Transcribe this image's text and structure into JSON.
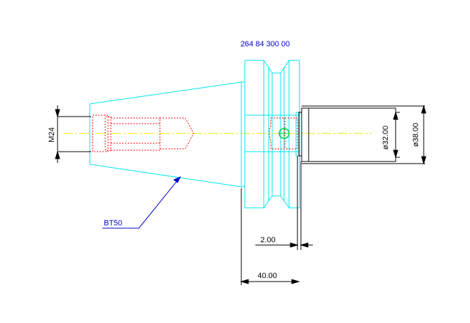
{
  "part_number": "264 84 300 00",
  "taper_label": "BT50",
  "thread_label": "M24",
  "dim_shank_inner": "ø32.00",
  "dim_shank_outer": "ø38.00",
  "dim_offset": "2.00",
  "dim_length": "40.00",
  "colors": {
    "outline": "#00e5ee",
    "hidden": "#ff0000",
    "centerline": "#e8e800",
    "dimension": "#000000",
    "leader": "#0000cc",
    "label_blue": "#0000cc",
    "ball": "#00cc44"
  }
}
